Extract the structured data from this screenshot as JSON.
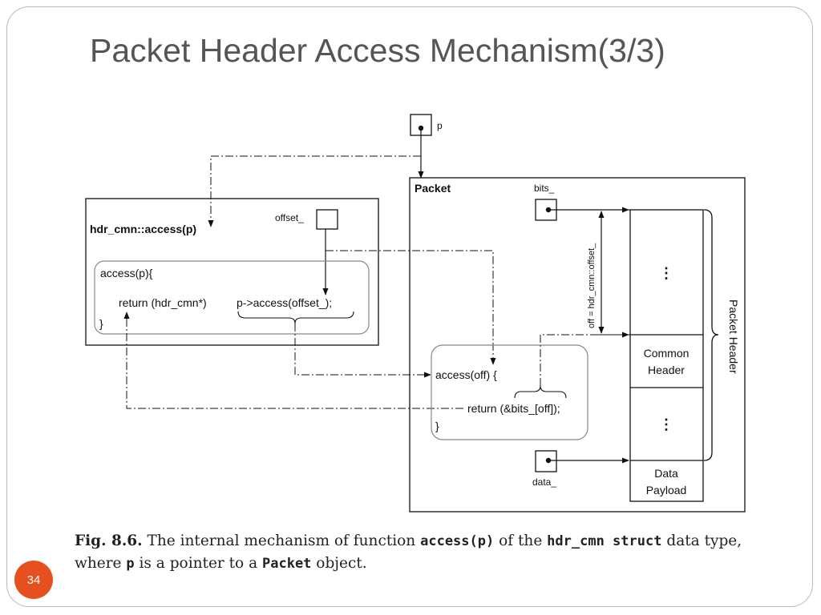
{
  "slide": {
    "title": "Packet Header Access Mechanism(3/3)",
    "page_number": "34"
  },
  "diagram": {
    "p_label": "p",
    "packet_title": "Packet",
    "bits_label": "bits_",
    "data_label": "data_",
    "hdr_box_title": "hdr_cmn::access(p)",
    "offset_label": "offset_",
    "code1_line1": "access(p){",
    "code1_return": "return (hdr_cmn*)",
    "code1_call": "p->access(offset_);",
    "code1_close": "}",
    "code2_line1": "access(off) {",
    "code2_return": "return (&bits_[off]);",
    "code2_close": "}",
    "off_label": "off = hdr_cmn::offset_",
    "stack_dots_top": "⋮",
    "common_header": [
      "Common",
      "Header"
    ],
    "stack_dots_mid": "⋮",
    "data_payload": [
      "Data",
      "Payload"
    ],
    "packet_header_label": "Packet Header"
  },
  "caption": {
    "fig": "Fig. 8.6.",
    "t1": " The internal mechanism of function ",
    "code_access": "access(p)",
    "t2": " of the ",
    "code_struct": "hdr_cmn struct",
    "t3": " data type, where ",
    "code_p": "p",
    "t4": " is a pointer to a ",
    "code_packet": "Packet",
    "t5": " object."
  }
}
